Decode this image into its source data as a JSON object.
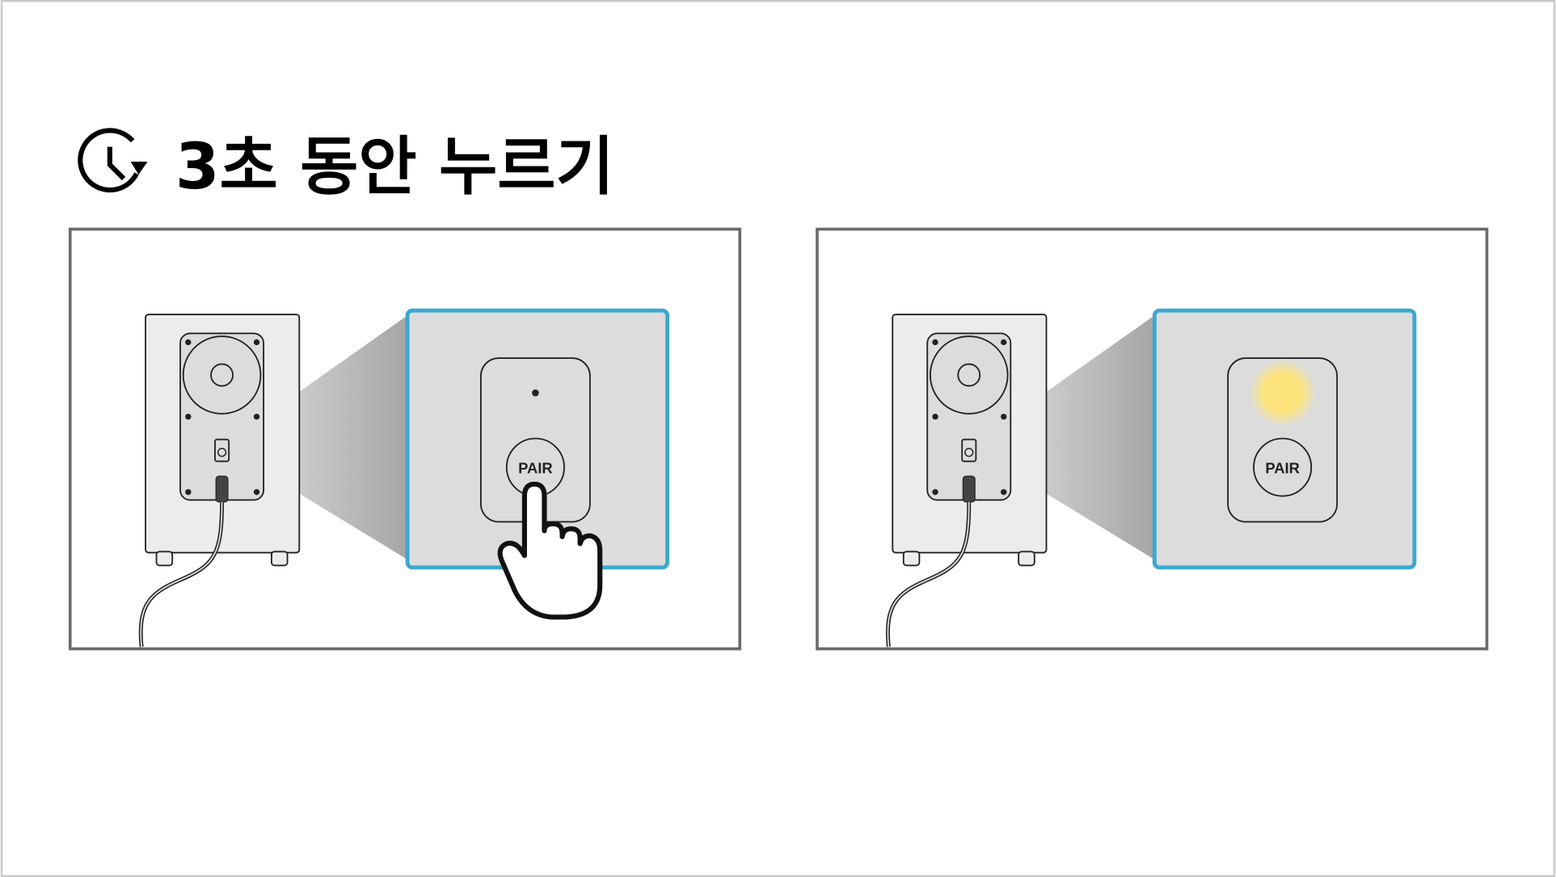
{
  "title": "3초 동안 누르기",
  "icons": {
    "title_icon": "clock-rotate-icon",
    "hand_icon": "pointing-hand-icon"
  },
  "panels": [
    {
      "button_label": "PAIR",
      "state": "pressing"
    },
    {
      "button_label": "PAIR",
      "state": "light-on"
    }
  ],
  "colors": {
    "highlight_border": "#3aa8d0",
    "indicator_light": "#fde47a",
    "frame_border": "#6b6b6b"
  }
}
